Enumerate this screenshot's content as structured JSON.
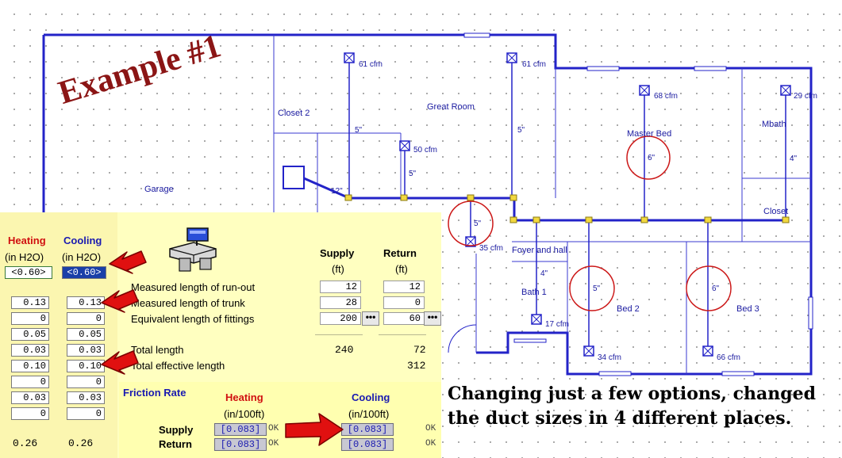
{
  "title": "Example #1",
  "rooms": {
    "closet2": "Closet 2",
    "great_room": "Great Room",
    "master_bed": "Master Bed",
    "mbath": "Mbath",
    "garage": "Garage",
    "closet": "Closet",
    "foyer": "Foyer and hall",
    "bath1": "Bath 1",
    "bed2": "Bed 2",
    "bed3": "Bed 3"
  },
  "cfm": {
    "r1": "61 cfm",
    "r2": "61 cfm",
    "r3": "68 cfm",
    "r4": "29 cfm",
    "r5": "50 cfm",
    "r6": "35 cfm",
    "r7": "17 cfm",
    "r8": "34 cfm",
    "r9": "66 cfm"
  },
  "duct_sizes": {
    "s1": "5\"",
    "s2": "5\"",
    "s3": "5\"",
    "s4": "4\"",
    "s5": "12\"",
    "s6": "6\"",
    "s7": "5\"",
    "s8": "4\"",
    "s9": "5\"",
    "s10": "6\""
  },
  "panel": {
    "heating_header": "Heating",
    "cooling_header": "Cooling",
    "unit_in_h2o": "(in H2O)",
    "heating_top": "<0.60>",
    "cooling_top": "<0.60>",
    "heating_values": [
      "0.13",
      "0",
      "0.05",
      "0.03",
      "0.10",
      "0",
      "0.03",
      "0"
    ],
    "cooling_values": [
      "0.13",
      "0",
      "0.05",
      "0.03",
      "0.10",
      "0",
      "0.03",
      "0"
    ],
    "heating_total": "0.26",
    "cooling_total": "0.26",
    "supply_header": "Supply",
    "return_header": "Return",
    "unit_ft": "(ft)",
    "rows": [
      {
        "label": "Measured length of run-out",
        "supply": "12",
        "return": "12"
      },
      {
        "label": "Measured length of trunk",
        "supply": "28",
        "return": "0"
      },
      {
        "label": "Equivalent length of fittings",
        "supply": "200",
        "return": "60"
      }
    ],
    "ellipsis": "•••",
    "total_length_label": "Total length",
    "total_length_supply": "240",
    "total_length_return": "72",
    "total_effective_label": "Total effective length",
    "total_effective_value": "312"
  },
  "friction": {
    "title": "Friction Rate",
    "heating": "Heating",
    "cooling": "Cooling",
    "unit": "(in/100ft)",
    "supply_label": "Supply",
    "return_label": "Return",
    "heating_supply": "[0.083]",
    "heating_return": "[0.083]",
    "cooling_supply": "[0.083]",
    "cooling_return": "[0.083]",
    "ok1": "OK",
    "ok2": "OK",
    "ok3": "OK",
    "ok4": "OK"
  },
  "caption": "Changing just a few options, changed the duct sizes in 4 different places.",
  "colors": {
    "wall": "#2323c8",
    "label": "#1a1aa0",
    "highlight": "#cc1818",
    "arrow": "#e01010",
    "title": "#8b1515"
  }
}
